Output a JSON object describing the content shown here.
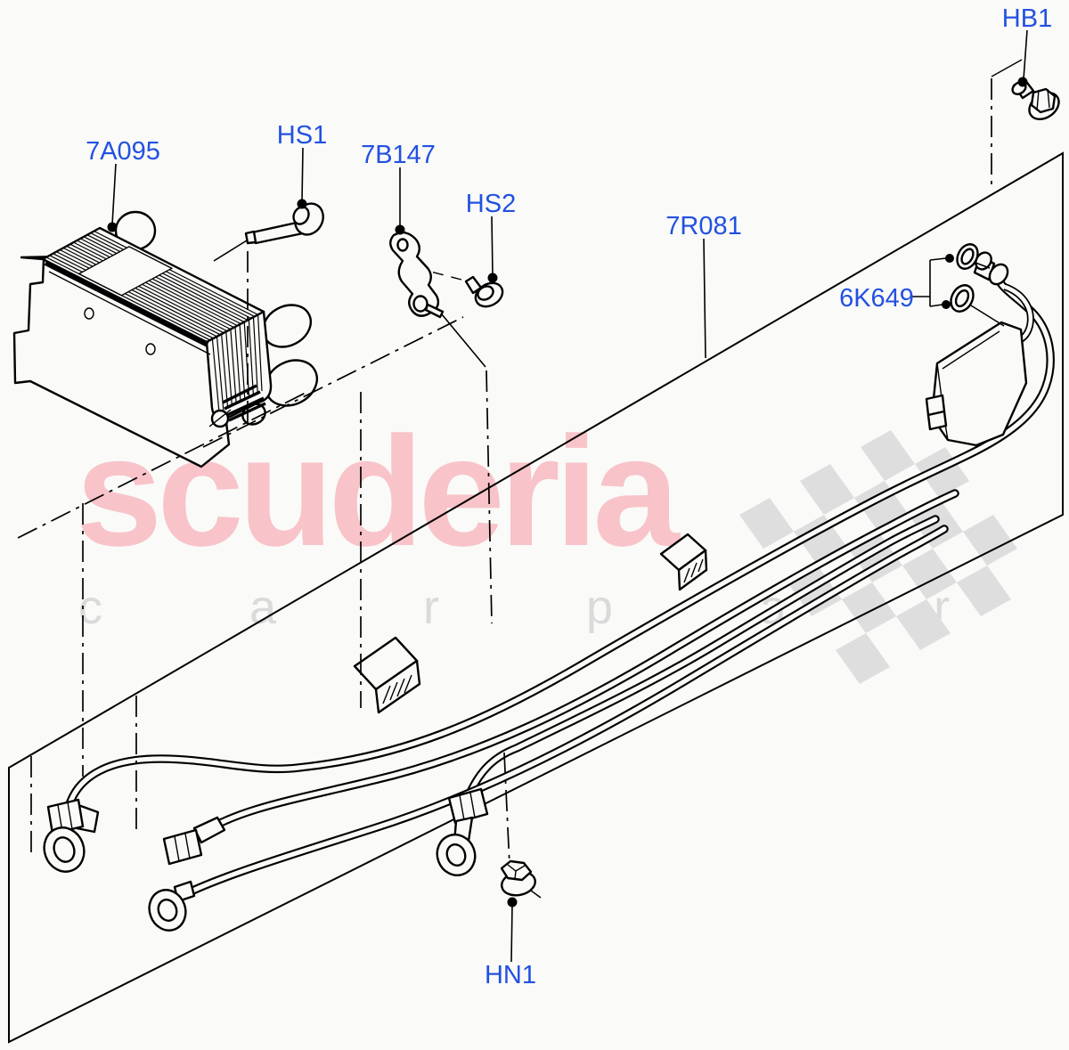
{
  "page": {
    "background": "#fafaf8"
  },
  "watermark": {
    "brand": "scuderia",
    "tagline": "c a r p a r t s",
    "brand_color": "#f8c3c9",
    "tagline_color": "#dadada",
    "flag_color": "#dedede"
  },
  "diagram": {
    "label_color": "#2251e1",
    "line_color": "#000000",
    "part_labels": [
      {
        "text": "7A095"
      },
      {
        "text": "HS1"
      },
      {
        "text": "7B147"
      },
      {
        "text": "HS2"
      },
      {
        "text": "7R081"
      },
      {
        "text": "HB1"
      },
      {
        "text": "6K649"
      },
      {
        "text": "HN1"
      }
    ]
  }
}
